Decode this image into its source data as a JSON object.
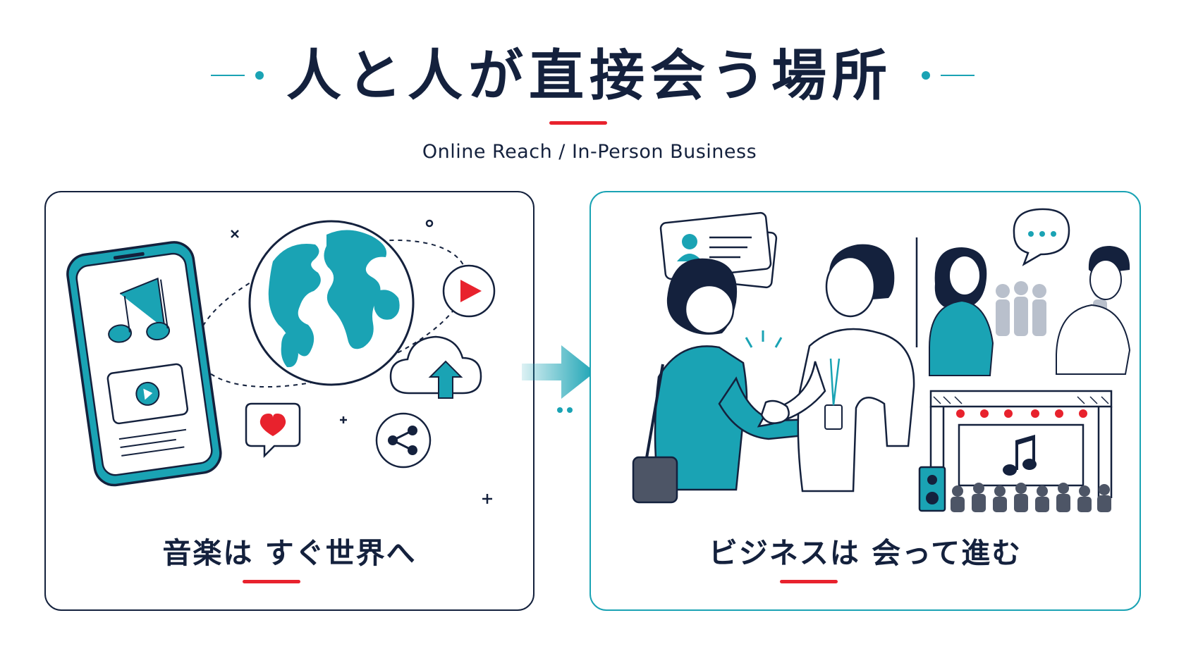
{
  "title": "人と人が直接会う場所",
  "subtitle": "Online Reach / In-Person Business",
  "left_panel": {
    "caption": "音楽は すぐ世界へ"
  },
  "right_panel": {
    "caption": "ビジネスは 会って進む"
  },
  "colors": {
    "navy": "#14213d",
    "teal": "#1aa3b4",
    "red": "#e8222d",
    "gray": "#b9c0cc"
  },
  "icons": [
    "smartphone-icon",
    "music-note-icon",
    "video-play-icon",
    "globe-icon",
    "play-button-icon",
    "cloud-upload-icon",
    "heart-bubble-icon",
    "share-icon",
    "transition-arrow-icon",
    "business-card-icon",
    "handshake-icon",
    "networking-icon",
    "concert-stage-icon"
  ]
}
